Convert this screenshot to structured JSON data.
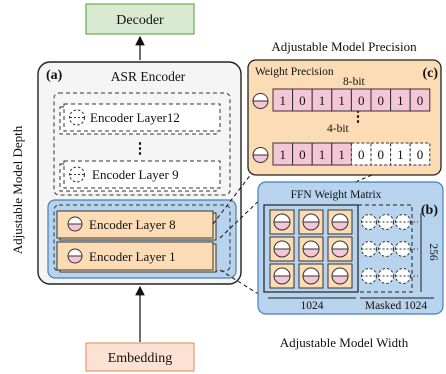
{
  "decoder_label": "Decoder",
  "embedding_label": "Embedding",
  "depth_axis_label": "Adjustable Model Depth",
  "precision_title": "Adjustable Model Precision",
  "width_title": "Adjustable Model Width",
  "encoder_panel": {
    "tag": "(a)",
    "title": "ASR Encoder",
    "masked_layers": [
      "Encoder Layer12",
      "Encoder Layer 9"
    ],
    "active_layers": [
      "Encoder Layer 8",
      "Encoder Layer 1"
    ],
    "ellipsis": "⋮"
  },
  "precision_panel": {
    "tag": "(c)",
    "title": "Weight Precision",
    "rows": [
      {
        "bits_label": "8-bit",
        "bits": [
          "1",
          "0",
          "1",
          "1",
          "0",
          "0",
          "1",
          "0"
        ],
        "active_count": 8
      },
      {
        "bits_label": "4-bit",
        "bits": [
          "1",
          "0",
          "1",
          "1",
          "0",
          "0",
          "1",
          "0"
        ],
        "active_count": 4
      }
    ],
    "ellipsis": "⋮"
  },
  "width_panel": {
    "tag": "(b)",
    "title": "FFN Weight Matrix",
    "active_label": "1024",
    "masked_label": "Masked 1024",
    "side_label": "256",
    "grid_rows": 3,
    "active_cols": 3,
    "masked_cols": 3
  },
  "colors": {
    "green": "#d9ead3",
    "green_stroke": "#6aa84f",
    "blue": "#b7d3ee",
    "blue_stroke": "#4a7fb5",
    "orange": "#fcdcb4",
    "pink": "#f5c6d8",
    "embed": "#fde2d3",
    "panel_gray": "#f5f5f5"
  }
}
